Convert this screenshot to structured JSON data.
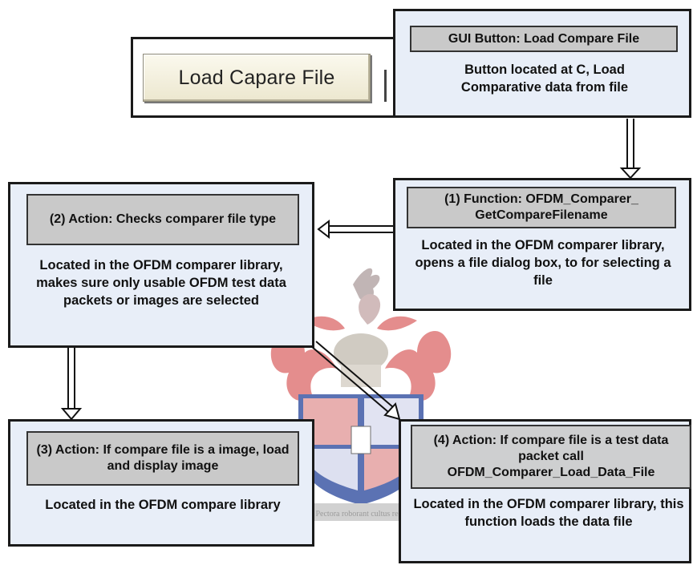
{
  "gui_button_label": "Load Capare File",
  "boxes": {
    "gui": {
      "header": "GUI Button: Load Compare File",
      "body": "Button located at C, Load Comparative data from file"
    },
    "function1": {
      "header": "(1) Function: OFDM_Comparer_ GetCompareFilename",
      "body": "Located in the OFDM  comparer library, opens a file dialog box, to for selecting a file"
    },
    "action2": {
      "header": "(2) Action: Checks comparer file type",
      "body": "Located in the OFDM comparer library, makes sure only usable OFDM test data packets or images are selected"
    },
    "action3": {
      "header": "(3) Action: If compare file is a image, load and display image",
      "body": "Located in the OFDM compare library"
    },
    "action4": {
      "header": "(4) Action: If compare file is a test data packet call OFDM_Comparer_Load_Data_File",
      "body": "Located in the OFDM comparer library, this function loads the data file"
    }
  },
  "watermark_motto": "Pectora roborant cultus recti",
  "colors": {
    "box_fill": "#e8eef8",
    "header_fill": "#c9c9c9",
    "border": "#1a1a1a"
  }
}
